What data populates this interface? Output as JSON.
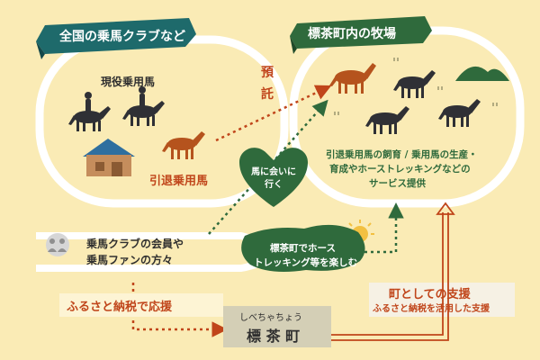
{
  "left_panel": {
    "banner": "全国の乗馬クラブなど",
    "active_label": "現役乗用馬",
    "retired_label": "引退乗用馬"
  },
  "right_panel": {
    "banner": "標茶町内の牧場",
    "desc_line1": "引退乗用馬の飼育 / 乗用馬の生産・",
    "desc_line2": "育成やホーストレッキングなどの",
    "desc_line3": "サービス提供"
  },
  "deposit_label": [
    "預",
    "託"
  ],
  "heart_label": [
    "馬に会いに",
    "行く"
  ],
  "members": {
    "line1": "乗馬クラブの会員や",
    "line2": "乗馬ファンの方々"
  },
  "trekking": {
    "line1": "標茶町でホース",
    "line2": "トレッキング等を楽しむ"
  },
  "furusato_label": "ふるさと納税で応援",
  "town": {
    "furigana": "しべちゃちょう",
    "name": "標 茶 町"
  },
  "support": {
    "title": "町としての支援",
    "subtitle": "ふるさと納税を活用した支援"
  },
  "colors": {
    "background": "#faebb5",
    "banner": "#1e6a6b",
    "green": "#2f6a3c",
    "orange": "#c0451a",
    "horse_brown": "#b5531d",
    "horse_dark": "#2f3035"
  }
}
